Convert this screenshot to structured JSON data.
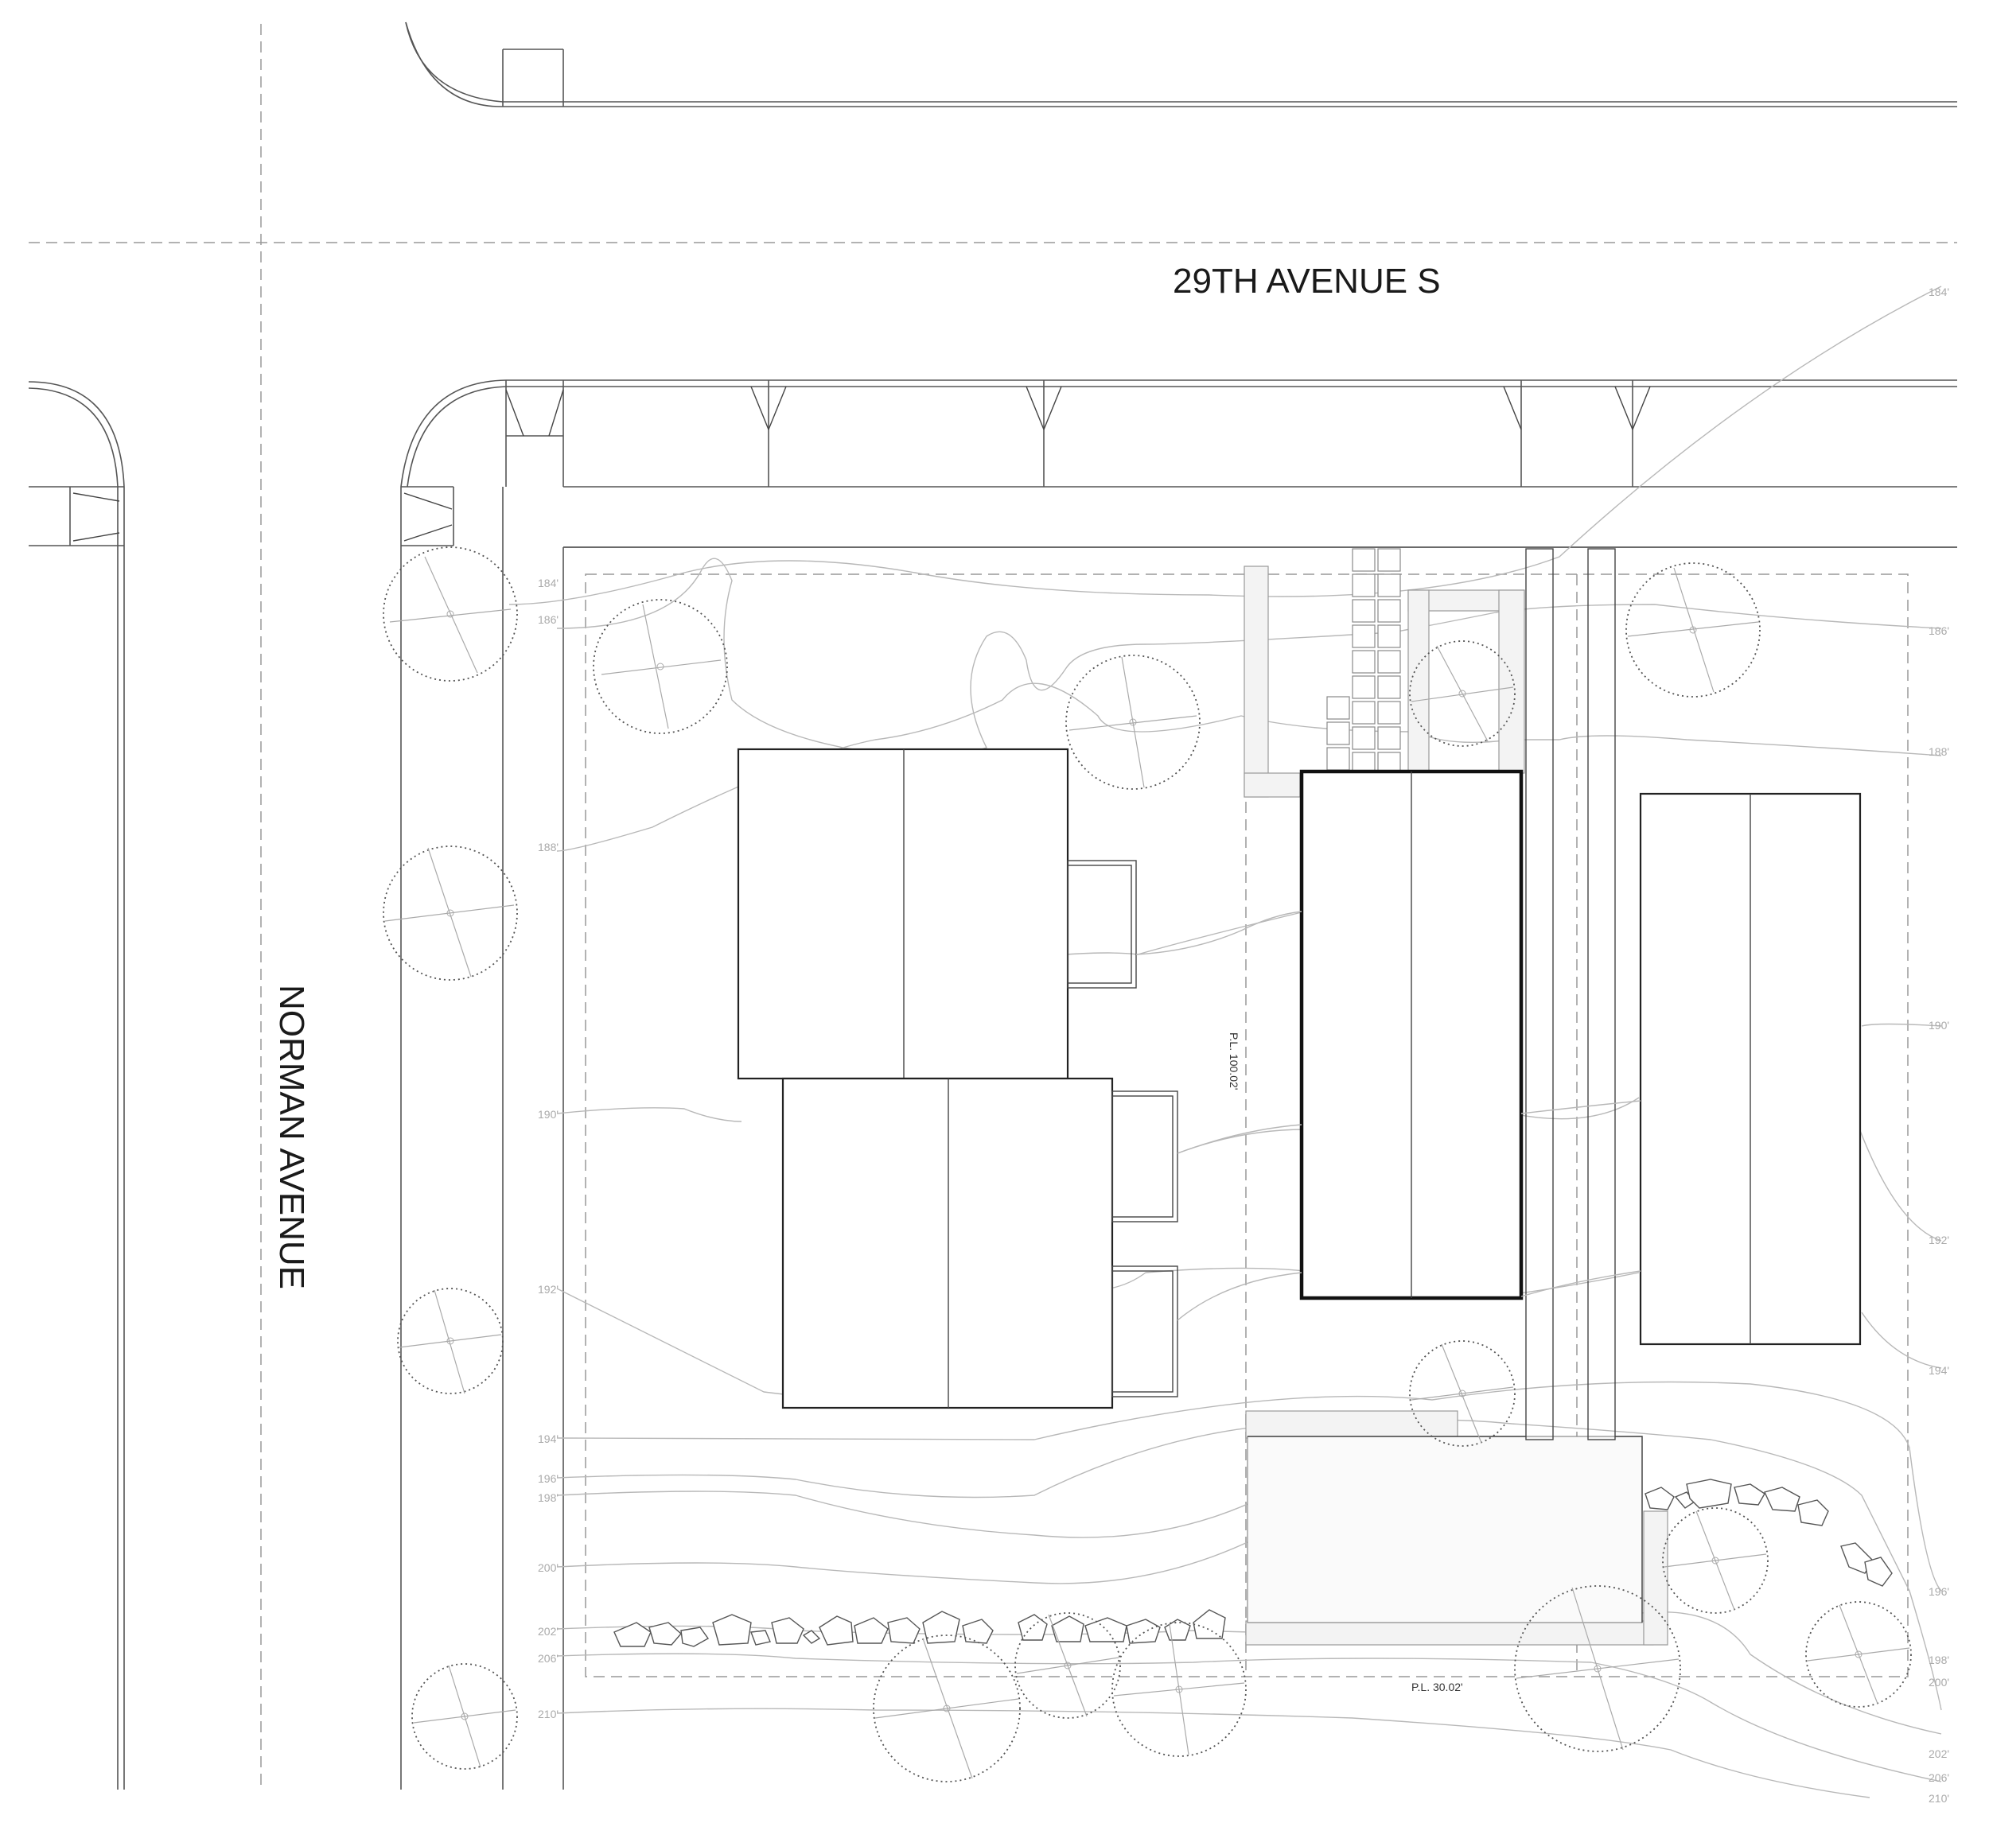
{
  "streets": {
    "north": "29TH AVENUE S",
    "west": "NORMAN AVENUE"
  },
  "property_lines": {
    "pl_vertical": "P.L. 100.02'",
    "pl_horizontal": "P.L. 30.02'"
  },
  "contour_labels_left": [
    "184'",
    "186'",
    "188'",
    "190'",
    "192'",
    "194'",
    "196'",
    "198'",
    "200'",
    "202'",
    "206'",
    "210'"
  ],
  "contour_labels_right": [
    "184'",
    "186'",
    "188'",
    "190'",
    "192'",
    "194'",
    "196'",
    "198'",
    "200'",
    "202'",
    "206'",
    "210'"
  ],
  "colors": {
    "linework": "#444444",
    "contours": "#b8b8b8",
    "labels": "#1a1a1a"
  }
}
